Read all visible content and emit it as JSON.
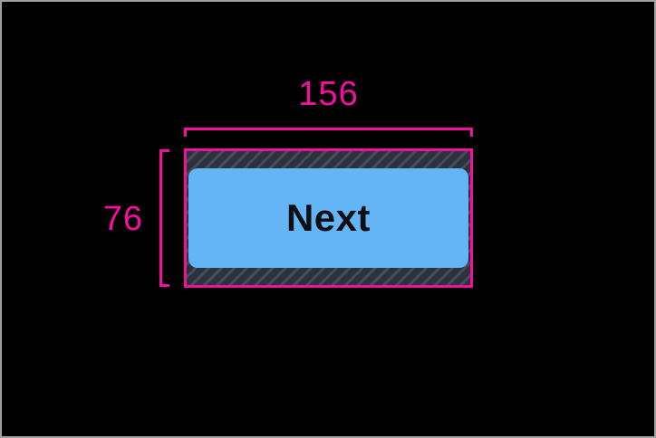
{
  "diagram": {
    "button_label": "Next",
    "width_value": "156",
    "height_value": "76"
  },
  "colors": {
    "canvas_background": "#000000",
    "frame_border": "#a0a0a0",
    "dimension_pink": "#f50f9f",
    "button_fill_blue": "#64b5f6",
    "button_text": "#0d0f12",
    "touch_area_base": "#3b424d",
    "touch_area_stripe_dark": "#2c323b",
    "touch_area_stripe_light": "#454d59"
  }
}
